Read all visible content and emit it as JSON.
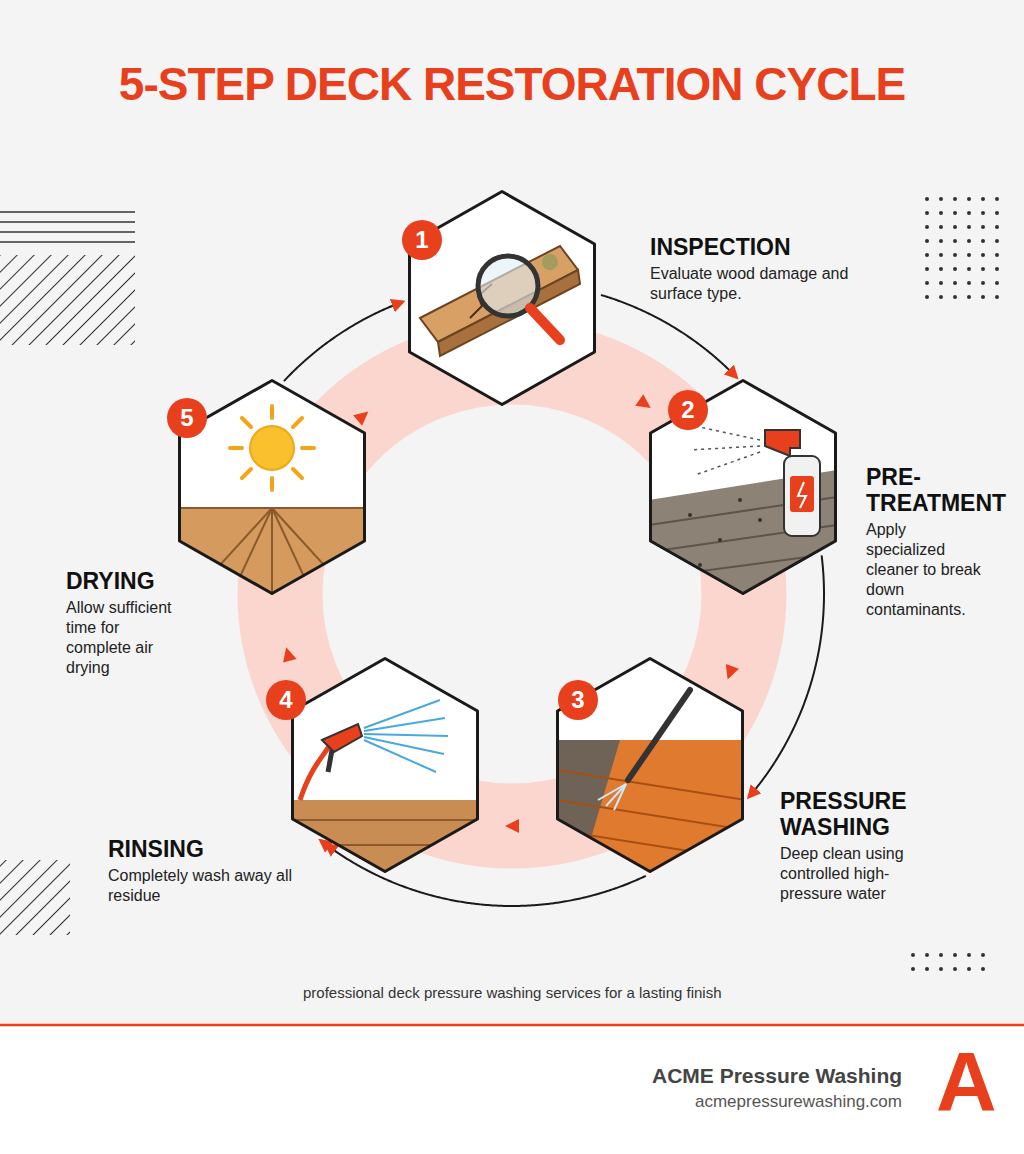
{
  "diagram": {
    "title": "5-STEP DECK RESTORATION CYCLE",
    "nodes": [
      {
        "text": [
          "1",
          "INSPECTION",
          "Evaluate wood damage and surface type."
        ]
      },
      {
        "text": [
          "2",
          "PRE- TREATMENT",
          "Apply specialized cleaner to break down contaminants."
        ]
      },
      {
        "text": [
          "3",
          "PRESSURE WASHING",
          "Deep clean using controlled high- pressure water"
        ]
      },
      {
        "text": [
          "4",
          "RINSING",
          "Completely wash away all residue"
        ]
      },
      {
        "text": [
          "5",
          "DRYING",
          "Allow sufficient time for complete air drying"
        ]
      }
    ],
    "edges": [
      {
        "from": 0,
        "to": 1,
        "arrow": "to"
      },
      {
        "from": 1,
        "to": 2,
        "arrow": "to"
      },
      {
        "from": 2,
        "to": 3,
        "arrow": "to"
      },
      {
        "from": 3,
        "to": 4,
        "arrow": "to"
      },
      {
        "from": 4,
        "to": 0,
        "arrow": "to"
      }
    ],
    "labels": [
      "professional deck pressure washing services for a lasting finish",
      "ACME Pressure Washing",
      "acmepressurewashing.com",
      "A"
    ]
  }
}
